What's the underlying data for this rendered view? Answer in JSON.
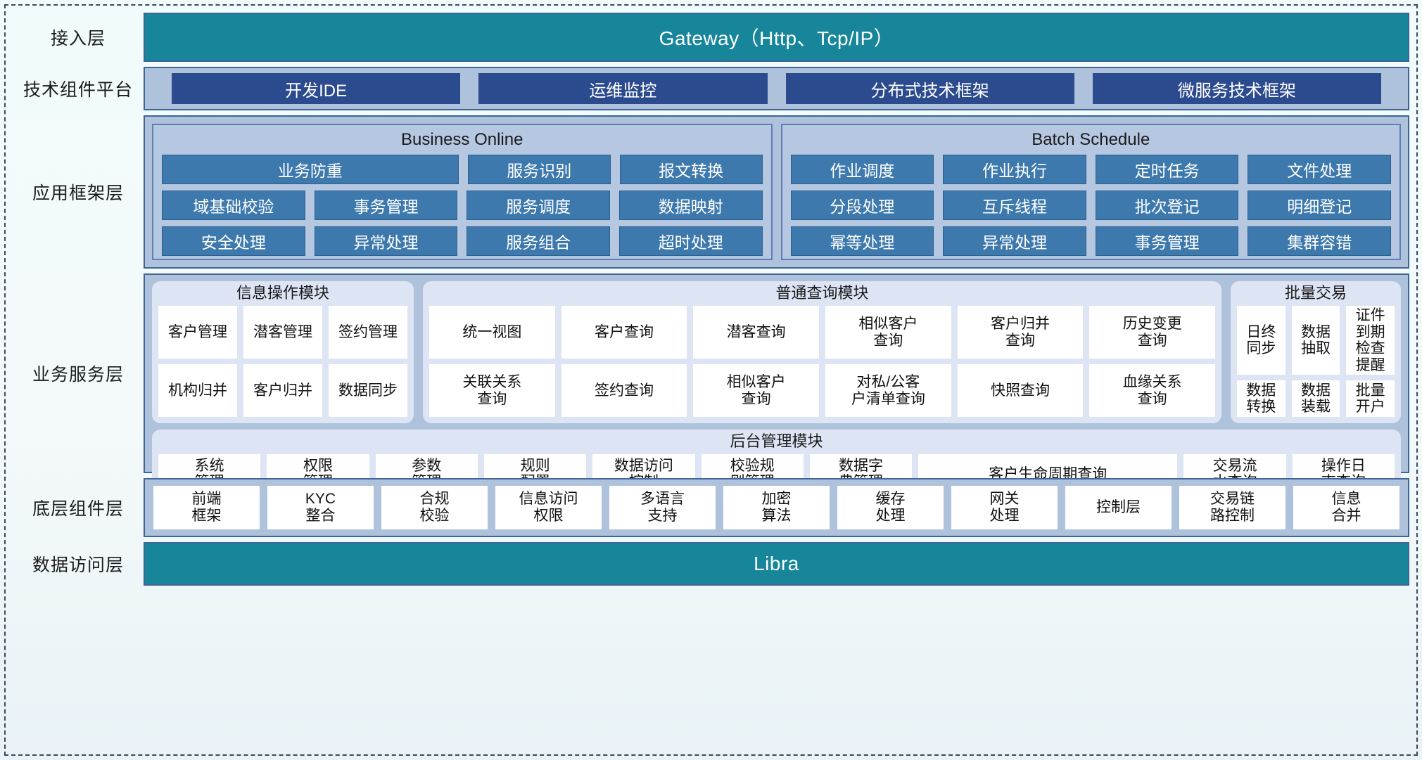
{
  "layers": [
    {
      "label": "接入层"
    },
    {
      "label": "技术组件平台"
    },
    {
      "label": "应用框架层"
    },
    {
      "label": "业务服务层"
    },
    {
      "label": "底层组件层"
    },
    {
      "label": "数据访问层"
    }
  ],
  "access_layer": {
    "label": "接入层",
    "banner": "Gateway（Http、Tcp/IP）"
  },
  "tech_platform": {
    "label": "技术组件平台",
    "chips": [
      "开发IDE",
      "运维监控",
      "分布式技术框架",
      "微服务技术框架"
    ]
  },
  "app_framework": {
    "label": "应用框架层",
    "groups": [
      {
        "title": "Business Online",
        "rows": [
          [
            {
              "text": "业务防重",
              "span": 2
            },
            {
              "text": "服务识别",
              "span": 1
            },
            {
              "text": "报文转换",
              "span": 1
            }
          ],
          [
            {
              "text": "域基础校验",
              "span": 1
            },
            {
              "text": "事务管理",
              "span": 1
            },
            {
              "text": "服务调度",
              "span": 1
            },
            {
              "text": "数据映射",
              "span": 1
            }
          ],
          [
            {
              "text": "安全处理",
              "span": 1
            },
            {
              "text": "异常处理",
              "span": 1
            },
            {
              "text": "服务组合",
              "span": 1
            },
            {
              "text": "超时处理",
              "span": 1
            }
          ]
        ]
      },
      {
        "title": "Batch Schedule",
        "rows": [
          [
            {
              "text": "作业调度",
              "span": 1
            },
            {
              "text": "作业执行",
              "span": 1
            },
            {
              "text": "定时任务",
              "span": 1
            },
            {
              "text": "文件处理",
              "span": 1
            }
          ],
          [
            {
              "text": "分段处理",
              "span": 1
            },
            {
              "text": "互斥线程",
              "span": 1
            },
            {
              "text": "批次登记",
              "span": 1
            },
            {
              "text": "明细登记",
              "span": 1
            }
          ],
          [
            {
              "text": "幂等处理",
              "span": 1
            },
            {
              "text": "异常处理",
              "span": 1
            },
            {
              "text": "事务管理",
              "span": 1
            },
            {
              "text": "集群容错",
              "span": 1
            }
          ]
        ]
      }
    ]
  },
  "business_service": {
    "label": "业务服务层",
    "modules": {
      "info_ops": {
        "title": "信息操作模块",
        "rows": [
          [
            "客户管理",
            "潜客管理",
            "签约管理"
          ],
          [
            "机构归并",
            "客户归并",
            "数据同步"
          ]
        ]
      },
      "common_query": {
        "title": "普通查询模块",
        "rows": [
          [
            "统一视图",
            "客户查询",
            "潜客查询",
            "相似客户\n查询",
            "客户归并\n查询",
            "历史变更\n查询"
          ],
          [
            "关联关系\n查询",
            "签约查询",
            "相似客户\n查询",
            "对私/公客\n户清单查询",
            "快照查询",
            "血缘关系\n查询"
          ]
        ]
      },
      "batch_trade": {
        "title": "批量交易",
        "rows": [
          [
            "日终\n同步",
            "数据\n抽取",
            "证件到期\n检查提醒"
          ],
          [
            "数据\n转换",
            "数据\n装载",
            "批量\n开户"
          ]
        ]
      },
      "backend_admin": {
        "title": "后台管理模块",
        "cells": [
          {
            "text": "系统\n管理",
            "wide": false
          },
          {
            "text": "权限\n管理",
            "wide": false
          },
          {
            "text": "参数\n管理",
            "wide": false
          },
          {
            "text": "规则\n配置",
            "wide": false
          },
          {
            "text": "数据访问\n控制",
            "wide": false
          },
          {
            "text": "校验规\n则管理",
            "wide": false
          },
          {
            "text": "数据字\n典管理",
            "wide": false
          },
          {
            "text": "客户生命周期查询",
            "wide": true
          },
          {
            "text": "交易流\n水查询",
            "wide": false
          },
          {
            "text": "操作日\n志查询",
            "wide": false
          }
        ]
      }
    }
  },
  "component_layer": {
    "label": "底层组件层",
    "cells": [
      "前端\n框架",
      "KYC\n整合",
      "合规\n校验",
      "信息访问\n权限",
      "多语言\n支持",
      "加密\n算法",
      "缓存\n处理",
      "网关\n处理",
      "控制层",
      "交易链\n路控制",
      "信息\n合并"
    ]
  },
  "data_access": {
    "label": "数据访问层",
    "banner": "Libra"
  },
  "colors": {
    "teal_band": "#17869a",
    "panel_blue": "#aec2dc",
    "chip_dark_blue": "#2c4b8e",
    "app_cell_blue": "#3d79ad",
    "module_bg": "#dde4f4",
    "border_blue": "#3f6498",
    "page_bg": "#f2fbfc"
  }
}
